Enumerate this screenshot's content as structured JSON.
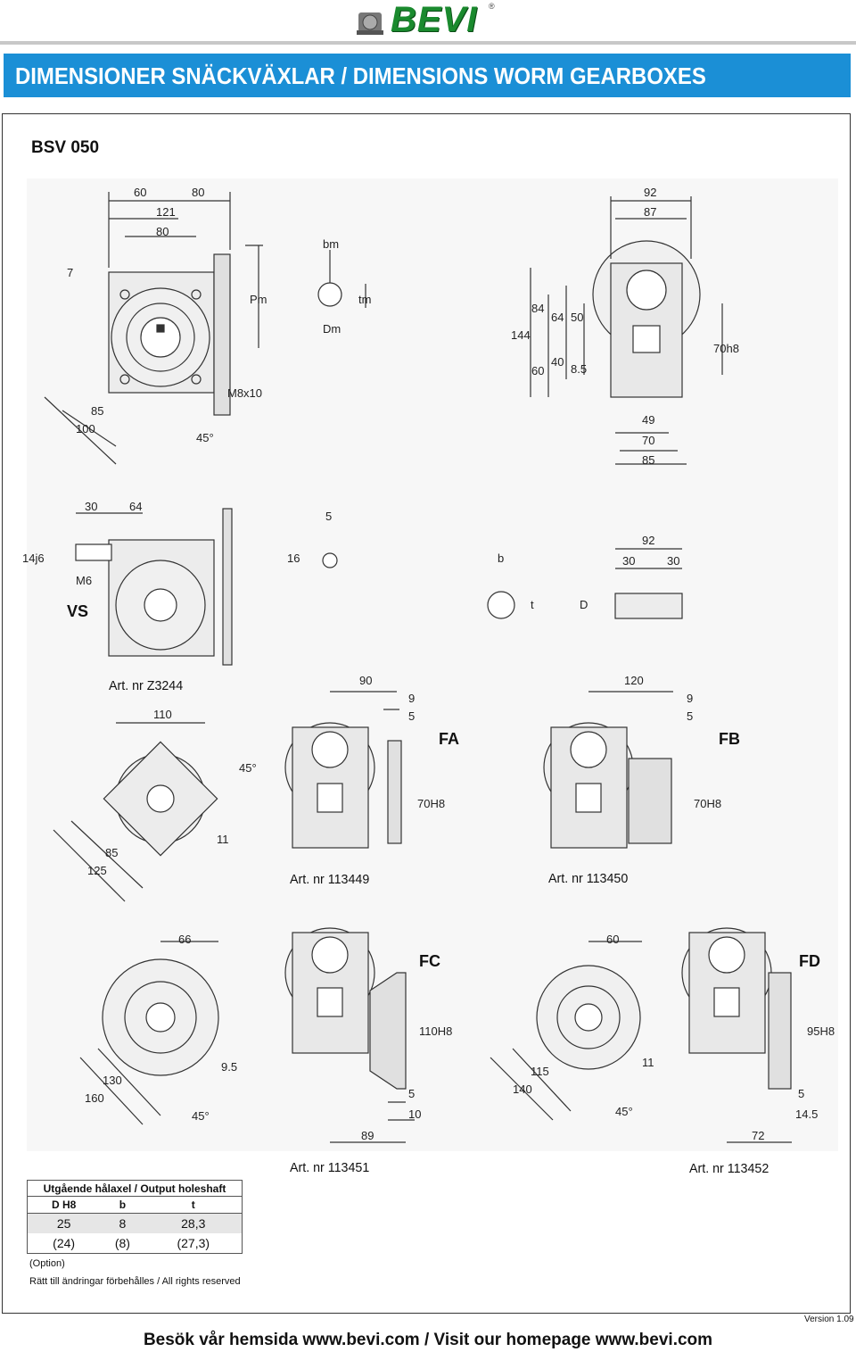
{
  "header": {
    "logo_text": "BEVI",
    "logo_reg": "®",
    "title": "DIMENSIONER SNÄCKVÄXLAR / DIMENSIONS WORM GEARBOXES"
  },
  "model": "BSV 050",
  "drawing": {
    "main_dims": {
      "d60": "60",
      "d80a": "80",
      "d121": "121",
      "d80b": "80",
      "d7": "7",
      "d85": "85",
      "d100": "100",
      "d45": "45°",
      "m8": "M8x10",
      "bm": "bm",
      "dm": "Dm",
      "tm": "tm",
      "pm": "Pm"
    },
    "side_dims": {
      "d92": "92",
      "d87": "87",
      "d144": "144",
      "d84": "84",
      "d64": "64",
      "d50": "50",
      "d60": "60",
      "d40": "40",
      "d85s": "8.5",
      "d70h8": "70h8",
      "d49": "49",
      "d70": "70",
      "d85": "85"
    },
    "vs_dims": {
      "d30": "30",
      "d64": "64",
      "d14j6": "14j6",
      "m6": "M6",
      "d16": "16",
      "d5": "5"
    },
    "shaft_dims": {
      "b": "b",
      "t": "t",
      "D": "D",
      "d92": "92",
      "d30a": "30",
      "d30b": "30"
    },
    "fa_dims": {
      "d110": "110",
      "d45": "45°",
      "d85": "85",
      "d125": "125",
      "d11": "11",
      "d90": "90",
      "d9": "9",
      "d5": "5",
      "d70h8": "70H8"
    },
    "fb_dims": {
      "d120": "120",
      "d9": "9",
      "d5": "5",
      "d70h8": "70H8"
    },
    "fc_dims": {
      "d66": "66",
      "d130": "130",
      "d160": "160",
      "d95": "9.5",
      "d45": "45°",
      "d110h8": "110H8",
      "d5": "5",
      "d10": "10",
      "d89": "89"
    },
    "fd_dims": {
      "d60": "60",
      "d115": "115",
      "d140": "140",
      "d11": "11",
      "d45": "45°",
      "d95h8": "95H8",
      "d5": "5",
      "d145": "14.5",
      "d72": "72"
    }
  },
  "labels": {
    "vs": "VS",
    "fa": "FA",
    "fb": "FB",
    "fc": "FC",
    "fd": "FD",
    "art_z3244": "Art. nr Z3244",
    "art_113449": "Art. nr 113449",
    "art_113450": "Art. nr 113450",
    "art_113451": "Art. nr 113451",
    "art_113452": "Art. nr 113452"
  },
  "table": {
    "caption": "Utgående hålaxel / Output holeshaft",
    "columns": [
      "D H8",
      "b",
      "t"
    ],
    "rows": [
      [
        "25",
        "8",
        "28,3"
      ],
      [
        "(24)",
        "(8)",
        "(27,3)"
      ]
    ]
  },
  "notes": {
    "option": "(Option)",
    "rights": "Rätt till ändringar förbehålles / All rights reserved",
    "version": "Version 1.09"
  },
  "footer": "Besök vår hemsida www.bevi.com / Visit our homepage www.bevi.com"
}
